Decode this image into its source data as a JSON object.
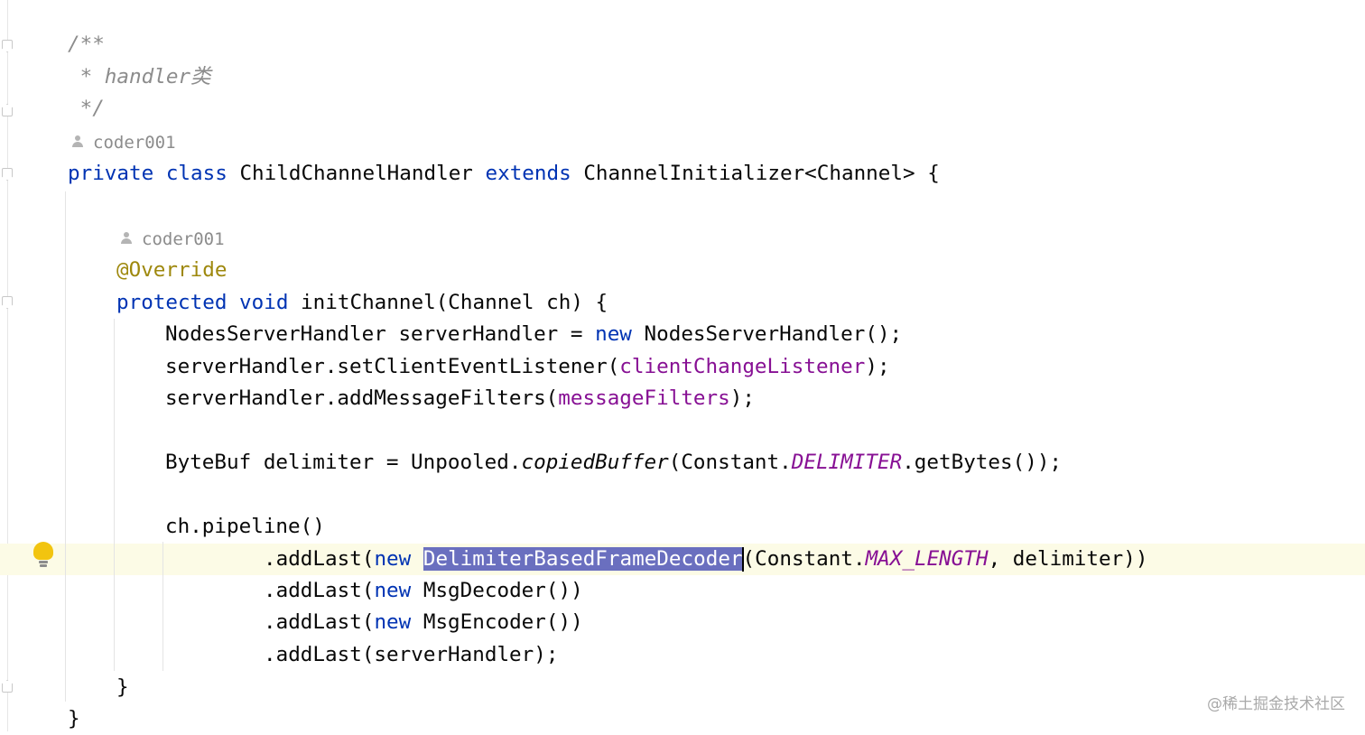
{
  "editor": {
    "lines": [
      {
        "tokens": [
          {
            "t": "/**",
            "s": "comment"
          }
        ]
      },
      {
        "tokens": [
          {
            "t": " * handler类",
            "s": "comment"
          }
        ]
      },
      {
        "tokens": [
          {
            "t": " */",
            "s": "comment"
          }
        ]
      },
      {
        "author_hint": "coder001"
      },
      {
        "tokens": [
          {
            "t": "private",
            "s": "kw"
          },
          {
            "t": " "
          },
          {
            "t": "class",
            "s": "kw"
          },
          {
            "t": " ChildChannelHandler "
          },
          {
            "t": "extends",
            "s": "kw"
          },
          {
            "t": " ChannelInitializer<Channel> {"
          }
        ]
      },
      {
        "tokens": []
      },
      {
        "author_hint": "coder001"
      },
      {
        "tokens": [
          {
            "t": "@Override",
            "s": "ann"
          }
        ]
      },
      {
        "tokens": [
          {
            "t": "protected",
            "s": "kw"
          },
          {
            "t": " "
          },
          {
            "t": "void",
            "s": "kw"
          },
          {
            "t": " initChannel(Channel ch) {"
          }
        ]
      },
      {
        "tokens": [
          {
            "t": "NodesServerHandler serverHandler = "
          },
          {
            "t": "new",
            "s": "kw"
          },
          {
            "t": " NodesServerHandler();"
          }
        ]
      },
      {
        "tokens": [
          {
            "t": "serverHandler.setClientEventListener("
          },
          {
            "t": "clientChangeListener",
            "s": "field"
          },
          {
            "t": ");"
          }
        ]
      },
      {
        "tokens": [
          {
            "t": "serverHandler.addMessageFilters("
          },
          {
            "t": "messageFilters",
            "s": "field"
          },
          {
            "t": ");"
          }
        ]
      },
      {
        "tokens": []
      },
      {
        "tokens": [
          {
            "t": "ByteBuf delimiter = Unpooled."
          },
          {
            "t": "copiedBuffer",
            "s": "static"
          },
          {
            "t": "(Constant."
          },
          {
            "t": "DELIMITER",
            "s": "const"
          },
          {
            "t": ".getBytes());"
          }
        ]
      },
      {
        "tokens": []
      },
      {
        "tokens": [
          {
            "t": "ch.pipeline()"
          }
        ]
      },
      {
        "tokens": [
          {
            "t": ".addLast("
          },
          {
            "t": "new",
            "s": "kw"
          },
          {
            "t": " "
          },
          {
            "t": "DelimiterBasedFrameDecoder",
            "s": "sel"
          },
          {
            "t": "",
            "s": "caret"
          },
          {
            "t": "(Constant."
          },
          {
            "t": "MAX_LENGTH",
            "s": "const"
          },
          {
            "t": ", delimiter))"
          }
        ]
      },
      {
        "tokens": [
          {
            "t": ".addLast("
          },
          {
            "t": "new",
            "s": "kw"
          },
          {
            "t": " MsgDecoder())"
          }
        ]
      },
      {
        "tokens": [
          {
            "t": ".addLast("
          },
          {
            "t": "new",
            "s": "kw"
          },
          {
            "t": " MsgEncoder())"
          }
        ]
      },
      {
        "tokens": [
          {
            "t": ".addLast(serverHandler);"
          }
        ]
      },
      {
        "tokens": [
          {
            "t": "}"
          }
        ]
      },
      {
        "tokens": [
          {
            "t": "}"
          }
        ]
      }
    ],
    "intention_icon": "lightbulb-icon",
    "author_icon": "person-icon"
  },
  "watermark": "@稀土掘金技术社区",
  "colors": {
    "keyword": "#0033b3",
    "annotation": "#9e880d",
    "field": "#871094",
    "comment": "#8c8c8c",
    "selection": "#6a6fbf",
    "caret_row": "#fcfbe6"
  }
}
